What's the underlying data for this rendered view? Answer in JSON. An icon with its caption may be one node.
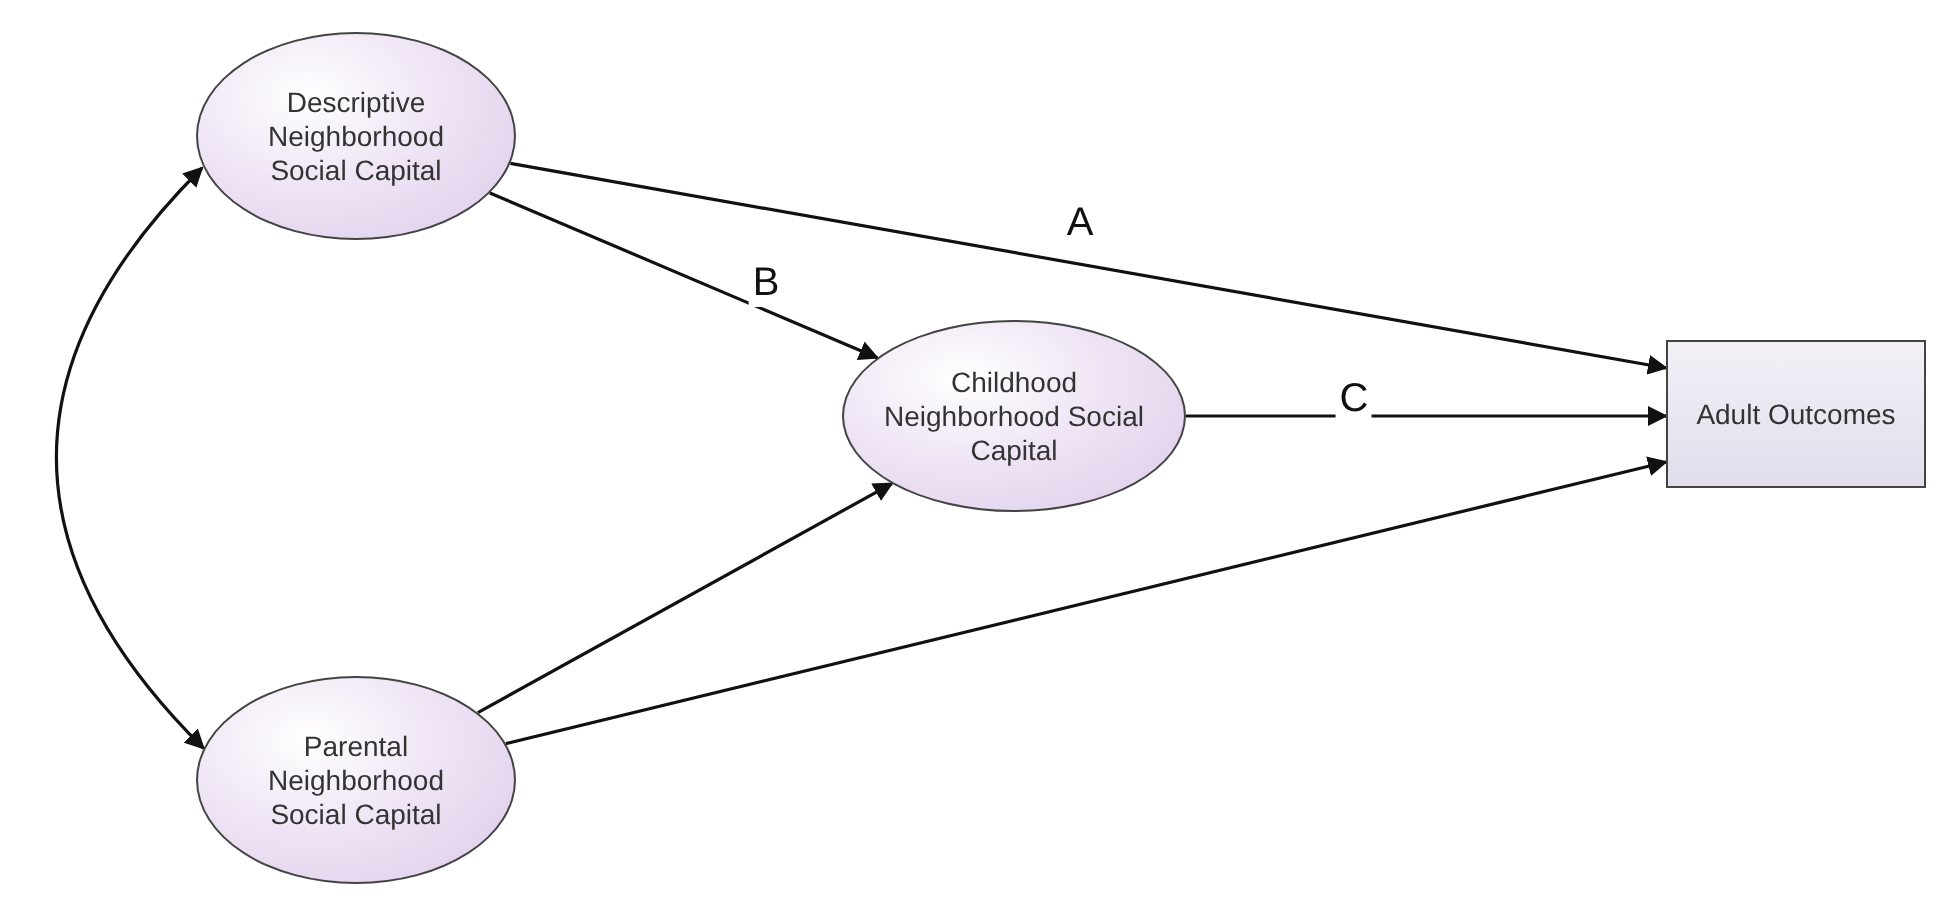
{
  "diagram": {
    "nodes": [
      {
        "text": [
          "Descriptive Neighborhood Social Capital"
        ]
      },
      {
        "text": [
          "Childhood Neighborhood Social Capital"
        ]
      },
      {
        "text": [
          "Parental Neighborhood Social Capital"
        ]
      },
      {
        "text": [
          "Adult Outcomes"
        ]
      }
    ],
    "edges": [
      {
        "from": 0,
        "to": 3,
        "arrow": "to",
        "label": "A"
      },
      {
        "from": 0,
        "to": 1,
        "arrow": "to",
        "label": "B"
      },
      {
        "from": 1,
        "to": 3,
        "arrow": "to",
        "label": "C"
      },
      {
        "from": 2,
        "to": 1,
        "arrow": "to"
      },
      {
        "from": 2,
        "to": 3,
        "arrow": "to"
      },
      {
        "from": 0,
        "to": 2,
        "arrow": "both"
      }
    ]
  }
}
